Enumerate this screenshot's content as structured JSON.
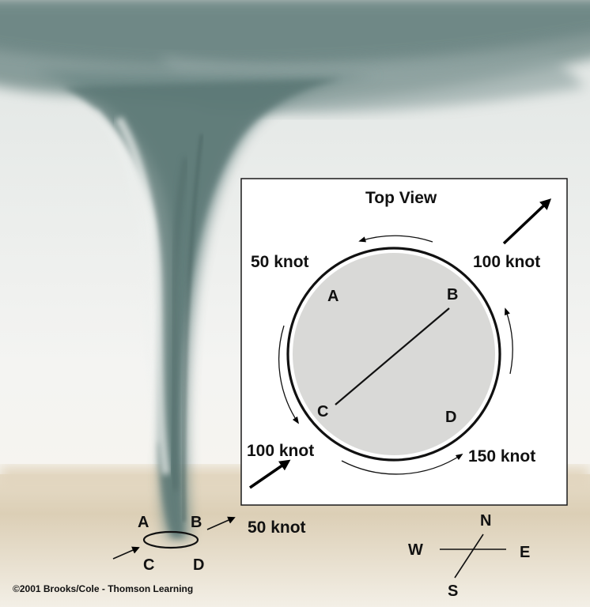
{
  "inset": {
    "title": "Top View",
    "points": {
      "A": "A",
      "B": "B",
      "C": "C",
      "D": "D"
    },
    "wind_labels": {
      "northwest": "50 knot",
      "northeast": "100 knot",
      "southwest": "100 knot",
      "southeast": "150 knot"
    }
  },
  "ground": {
    "points": {
      "A": "A",
      "B": "B",
      "C": "C",
      "D": "D"
    },
    "motion_label": "50 knot"
  },
  "compass": {
    "north": "N",
    "south": "S",
    "east": "E",
    "west": "W"
  },
  "copyright": "©2001 Brooks/Cole - Thomson Learning",
  "colors": {
    "funnel": "#5f7c7e",
    "ground": "#d9cdb4",
    "sky": "#eef0ee",
    "disk": "#d9d9d7"
  }
}
